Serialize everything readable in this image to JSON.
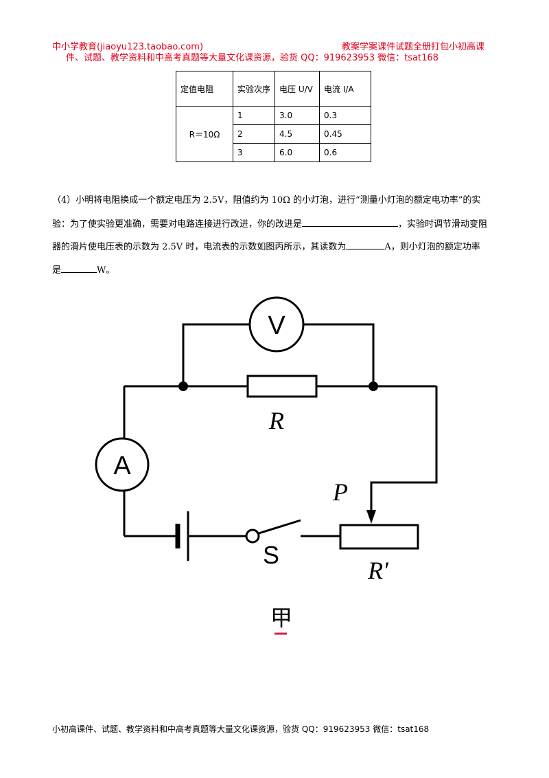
{
  "header": {
    "left": "中小学教育(jiaoyu123.taobao.com)",
    "right": "教案学案课件试题全册打包小初高课",
    "line2": "件、试题、教学资料和中高考真题等大量文化课资源，验货 QQ：919623953    微信：tsat168"
  },
  "table": {
    "headers": [
      "定值电阻",
      "实验次序",
      "电压 U/V",
      "电流 I/A"
    ],
    "resistor": "R＝10Ω",
    "rows": [
      {
        "n": "1",
        "u": "3.0",
        "i": "0.3"
      },
      {
        "n": "2",
        "u": "4.5",
        "i": "0.45"
      },
      {
        "n": "3",
        "u": "6.0",
        "i": "0.6"
      }
    ]
  },
  "question": {
    "line1": "（4）小明将电阻换成一个额定电压为 2.5V，阻值约为 10Ω 的小灯泡，进行“测量小灯泡的额定电功率”的实",
    "line2a": "验：为了使实验更准确，需要对电路连接进行改进，你的改进是",
    "line2b": "，实验时调节滑动变阻",
    "line3a": "器的滑片使电压表的示数为 2.5V 时，电流表的示数如图丙所示，其读数为",
    "line3b": "A，则小灯泡的额定功率",
    "line4a": "是",
    "line4b": "W。"
  },
  "circuit": {
    "voltmeter": "V",
    "ammeter": "A",
    "resistor": "R",
    "slider": "P",
    "switch": "S",
    "rheostat": "R′",
    "caption": "甲"
  },
  "footer": "小初高课件、试题、教学资料和中高考真题等大量文化课资源，验货 QQ：919623953     微信：tsat168"
}
